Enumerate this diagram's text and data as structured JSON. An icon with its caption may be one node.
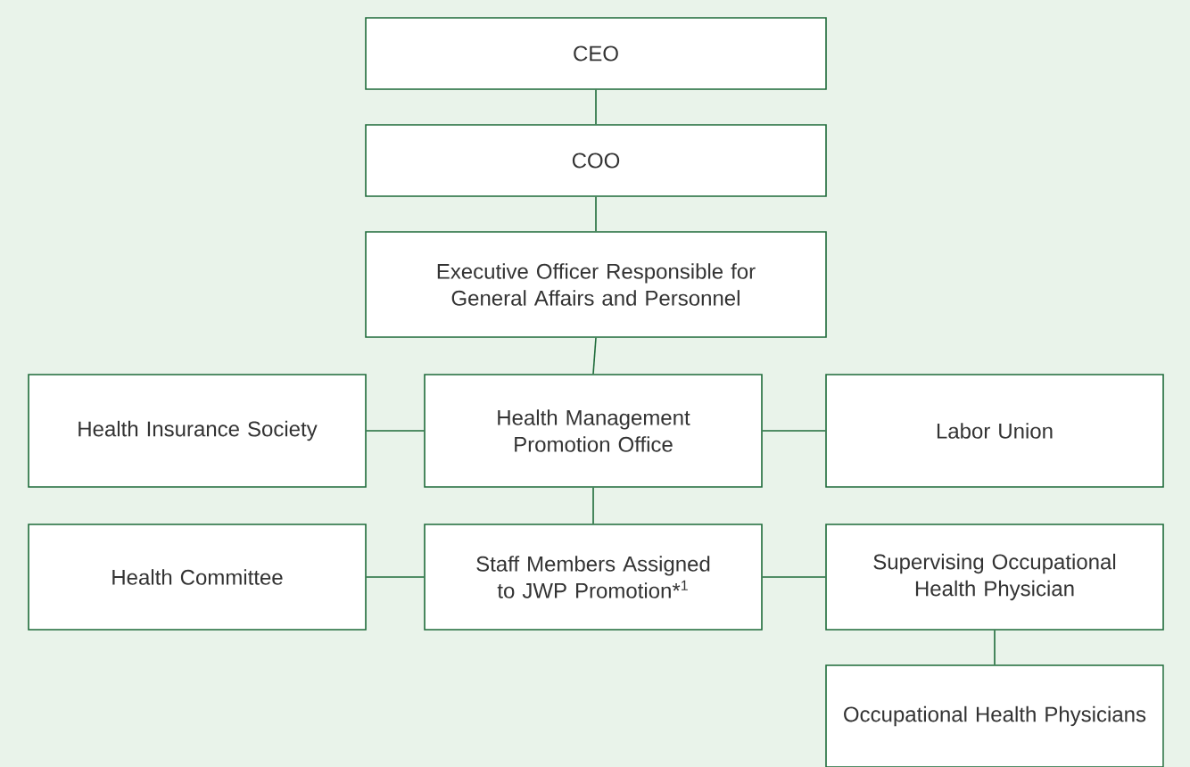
{
  "diagram": {
    "nodes": [
      {
        "text": [
          "CEO"
        ]
      },
      {
        "text": [
          "COO"
        ]
      },
      {
        "text": [
          "Executive Officer Responsible for General Affairs and Personnel"
        ]
      },
      {
        "text": [
          "Health Insurance Society"
        ]
      },
      {
        "text": [
          "Health Management Promotion Office"
        ]
      },
      {
        "text": [
          "Labor Union"
        ]
      },
      {
        "text": [
          "Health Committee"
        ]
      },
      {
        "text": [
          "Staff Members Assigned to JWP Promotion*$^{1}$"
        ]
      },
      {
        "text": [
          "Supervising Occupational Health Physician"
        ]
      },
      {
        "text": [
          "Occupational Health Physicians"
        ]
      }
    ],
    "edges": [
      {
        "from": 0,
        "to": 1,
        "arrow": "none"
      },
      {
        "from": 1,
        "to": 2,
        "arrow": "none"
      },
      {
        "from": 2,
        "to": 4,
        "arrow": "none"
      },
      {
        "from": 3,
        "to": 4,
        "arrow": "none"
      },
      {
        "from": 4,
        "to": 5,
        "arrow": "none"
      },
      {
        "from": 4,
        "to": 7,
        "arrow": "none"
      },
      {
        "from": 6,
        "to": 7,
        "arrow": "none"
      },
      {
        "from": 7,
        "to": 8,
        "arrow": "none"
      },
      {
        "from": 8,
        "to": 9,
        "arrow": "none"
      }
    ]
  }
}
